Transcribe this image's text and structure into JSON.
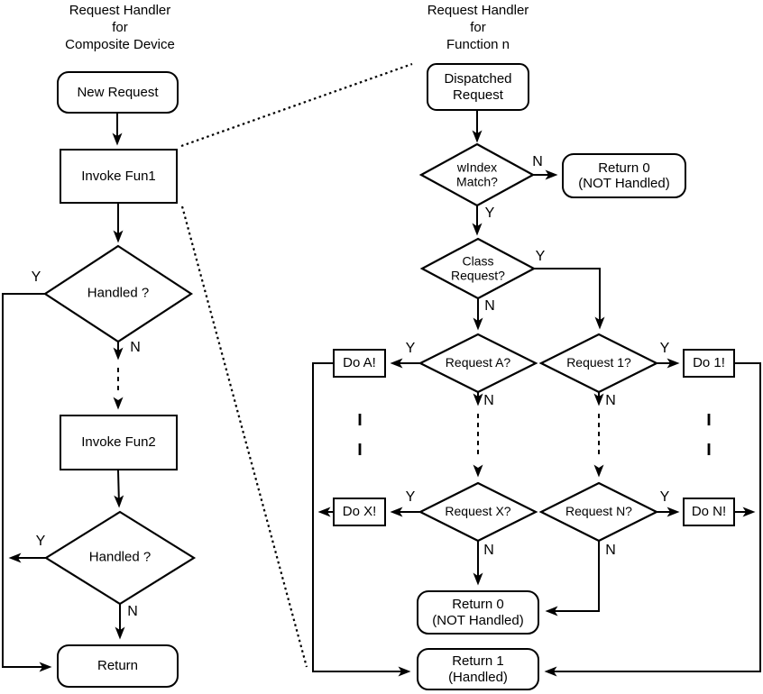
{
  "left_chart": {
    "title": "Request Handler\nfor\nComposite Device",
    "nodes": {
      "new_request": "New Request",
      "invoke_fun1": "Invoke Fun1",
      "handled1": "Handled ?",
      "invoke_fun2": "Invoke Fun2",
      "handled2": "Handled ?",
      "return": "Return"
    }
  },
  "right_chart": {
    "title": "Request Handler\nfor\nFunction n",
    "nodes": {
      "dispatched": "Dispatched\nRequest",
      "windex_match": "wIndex\nMatch?",
      "return0_top": "Return 0\n(NOT Handled)",
      "class_request": "Class\nRequest?",
      "request_a": "Request A?",
      "request_1": "Request 1?",
      "do_a": "Do A!",
      "do_1": "Do 1!",
      "request_x": "Request X?",
      "request_n": "Request N?",
      "do_x": "Do X!",
      "do_n": "Do N!",
      "return0_bottom": "Return 0\n(NOT Handled)",
      "return1": "Return 1\n(Handled)"
    }
  },
  "labels": {
    "yes": "Y",
    "no": "N"
  },
  "colors": {
    "stroke": "#000000",
    "background": "#ffffff"
  }
}
